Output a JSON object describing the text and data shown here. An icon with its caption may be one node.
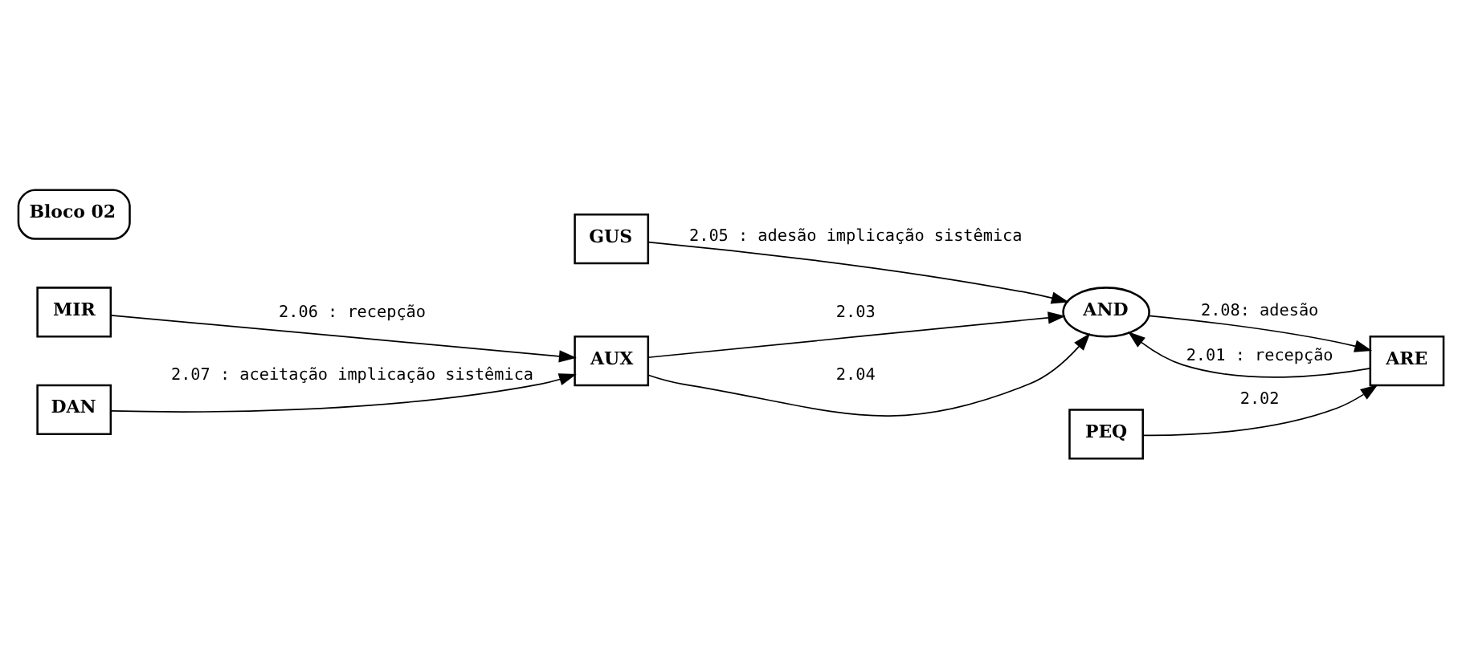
{
  "diagram": {
    "nodes": [
      {
        "text": [
          "GUS"
        ]
      },
      {
        "text": [
          "Bloco 02"
        ]
      },
      {
        "text": [
          "MIR"
        ]
      },
      {
        "text": [
          "AUX"
        ]
      },
      {
        "text": [
          "AND"
        ]
      },
      {
        "text": [
          "ARE"
        ]
      },
      {
        "text": [
          "DAN"
        ]
      },
      {
        "text": [
          "PEQ"
        ]
      }
    ],
    "edges": [
      {
        "from": 0,
        "to": 4,
        "arrow": "to",
        "label": "2.05 : adesão implicação sistêmica"
      },
      {
        "from": 2,
        "to": 3,
        "arrow": "to",
        "label": "2.06 : recepção"
      },
      {
        "from": 3,
        "to": 4,
        "arrow": "to",
        "label": "2.03"
      },
      {
        "from": 3,
        "to": 4,
        "arrow": "to",
        "label": "2.04"
      },
      {
        "from": 4,
        "to": 5,
        "arrow": "to",
        "label": "2.08: adesão"
      },
      {
        "from": 5,
        "to": 4,
        "arrow": "to",
        "label": "2.01 : recepção"
      },
      {
        "from": 7,
        "to": 5,
        "arrow": "to",
        "label": "2.02"
      },
      {
        "from": 6,
        "to": 3,
        "arrow": "to",
        "label": "2.07 : aceitação implicação sistêmica"
      }
    ]
  }
}
